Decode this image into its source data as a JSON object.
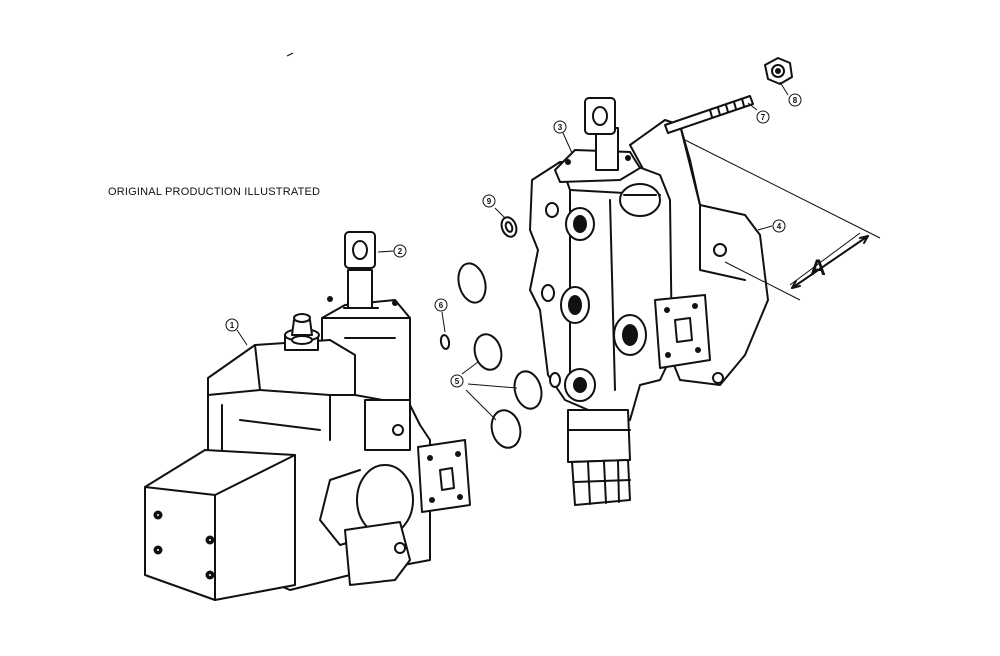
{
  "caption": "ORIGINAL PRODUCTION ILLUSTRATED",
  "callouts": [
    {
      "label": "1",
      "part": "valve-section-1"
    },
    {
      "label": "2",
      "part": "spool-clevis-2"
    },
    {
      "label": "3",
      "part": "spool-clevis-3"
    },
    {
      "label": "4",
      "part": "valve-section-4"
    },
    {
      "label": "5",
      "part": "o-rings"
    },
    {
      "label": "6",
      "part": "small-o-ring"
    },
    {
      "label": "7",
      "part": "tie-rod"
    },
    {
      "label": "8",
      "part": "nut"
    },
    {
      "label": "9",
      "part": "washer"
    }
  ],
  "dimension_label": "A"
}
